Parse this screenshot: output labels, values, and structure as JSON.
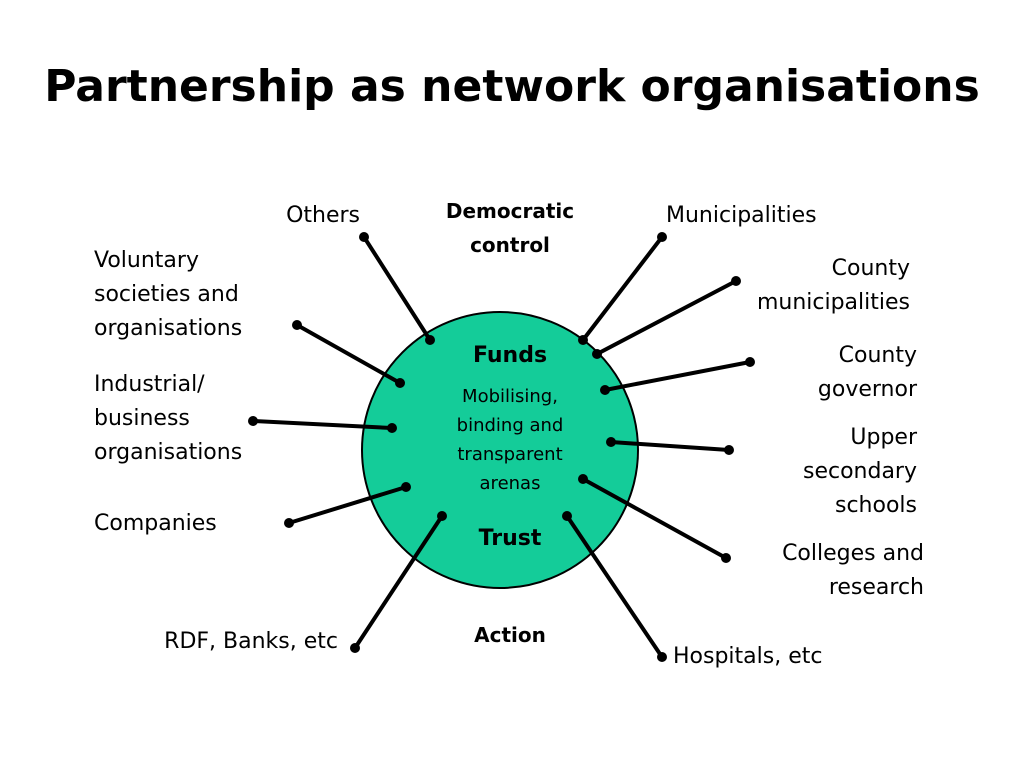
{
  "title": "Partnership as network organisations",
  "colors": {
    "circle_fill": "#14CC99",
    "stroke": "#000000"
  },
  "center": {
    "top": "Funds",
    "middle": "Mobilising,\nbinding and\ntransparent\narenas",
    "bottom": "Trust"
  },
  "labels": {
    "democratic_control": "Democratic\ncontrol",
    "action": "Action"
  },
  "nodes": {
    "others": "Others",
    "voluntary": "Voluntary\nsocieties and\norganisations",
    "industrial": "Industrial/\nbusiness\norganisations",
    "companies": "Companies",
    "rdf": "RDF, Banks, etc",
    "municipalities": "Municipalities",
    "county_municipalities": "County\nmunicipalities",
    "county_governor": "County\ngovernor",
    "upper_secondary": "Upper\nsecondary\nschools",
    "colleges": "Colleges and\nresearch",
    "hospitals": "Hospitals, etc"
  }
}
